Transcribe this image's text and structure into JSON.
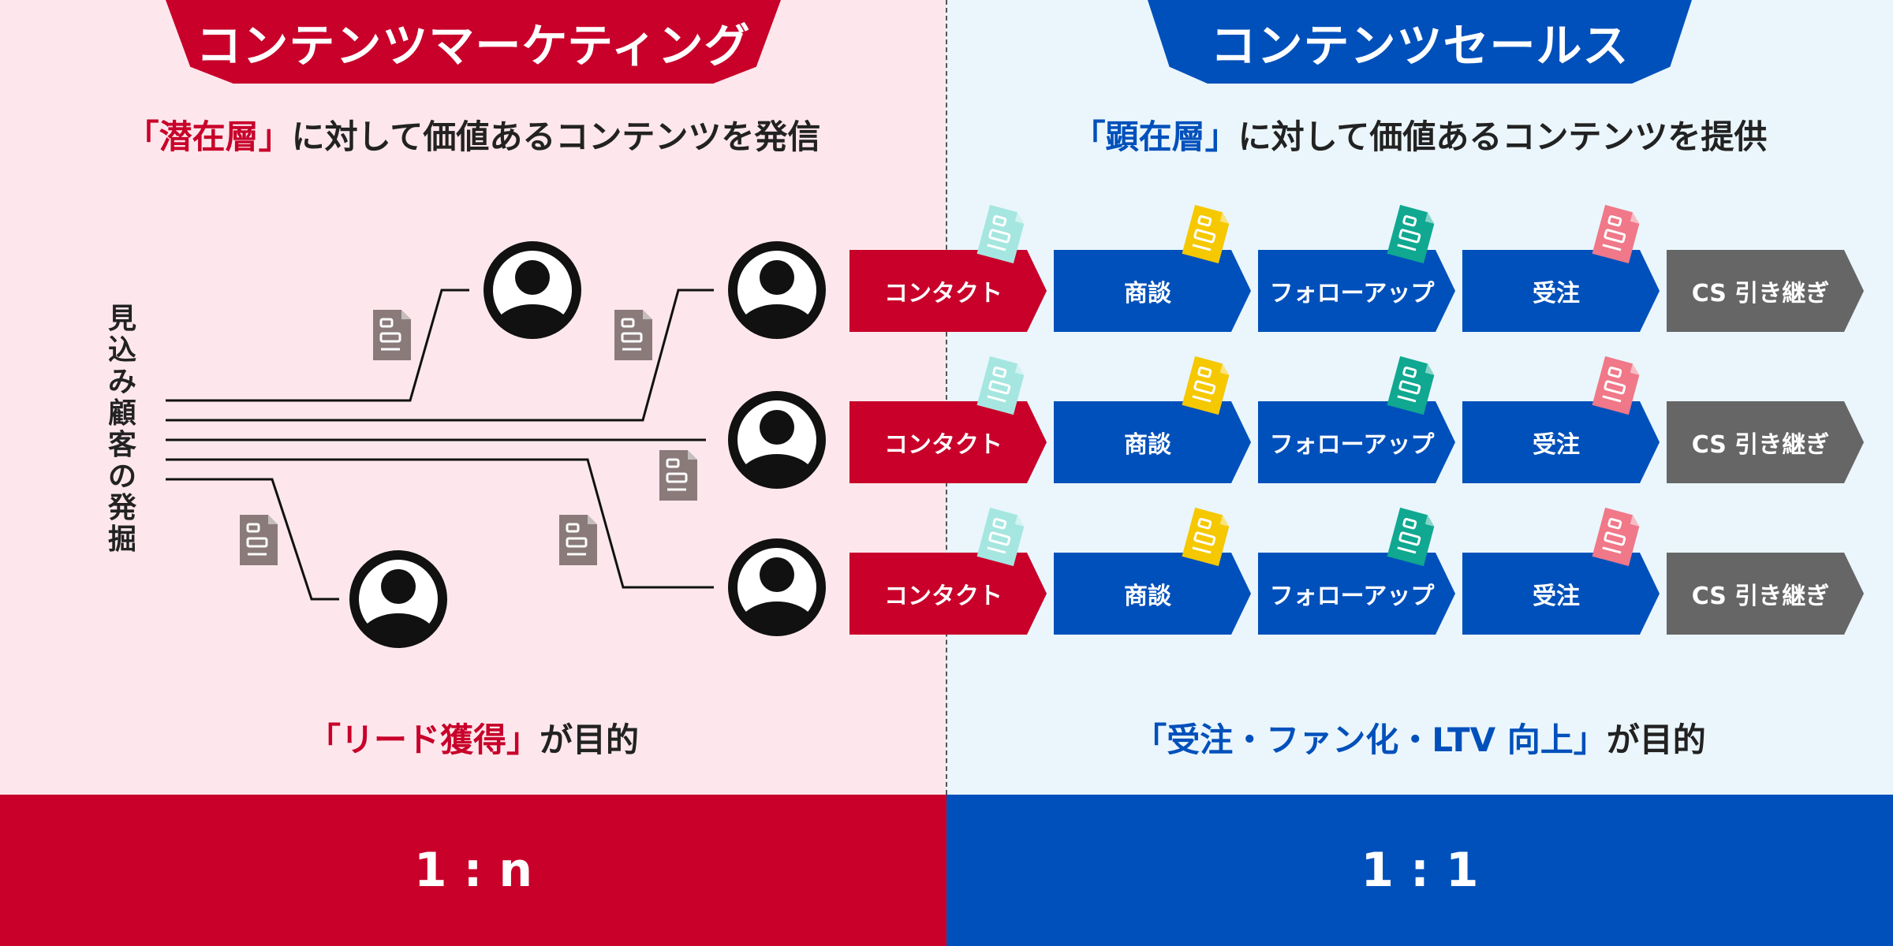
{
  "left": {
    "tab_title": "コンテンツマーケティング",
    "subtitle_highlight": "「潜在層」",
    "subtitle_rest": "に対して価値あるコンテンツを発信",
    "vertical_label": "見込み顧客の発掘",
    "goal_highlight": "「リード獲得」",
    "goal_rest": "が目的",
    "ratio": "1 : n",
    "color": "#c8002a",
    "bg": "#fde7ec"
  },
  "right": {
    "tab_title": "コンテンツセールス",
    "subtitle_highlight": "「顕在層」",
    "subtitle_rest": "に対して価値あるコンテンツを提供",
    "goal_highlight": "「受注・ファン化・LTV 向上」",
    "goal_rest": "が目的",
    "ratio": "1 : 1",
    "color": "#0050bb",
    "bg": "#eaf6fc"
  },
  "process_rows": [
    {
      "steps": [
        "コンタクト",
        "商談",
        "フォローアップ",
        "受注",
        "CS 引き継ぎ"
      ]
    },
    {
      "steps": [
        "コンタクト",
        "商談",
        "フォローアップ",
        "受注",
        "CS 引き継ぎ"
      ]
    },
    {
      "steps": [
        "コンタクト",
        "商談",
        "フォローアップ",
        "受注",
        "CS 引き継ぎ"
      ]
    }
  ],
  "doc_icon_colors": [
    "#a6e6e0",
    "#f5c800",
    "#10a890",
    "#f07888"
  ],
  "icons": {
    "person": "person-icon",
    "document": "document-icon"
  }
}
